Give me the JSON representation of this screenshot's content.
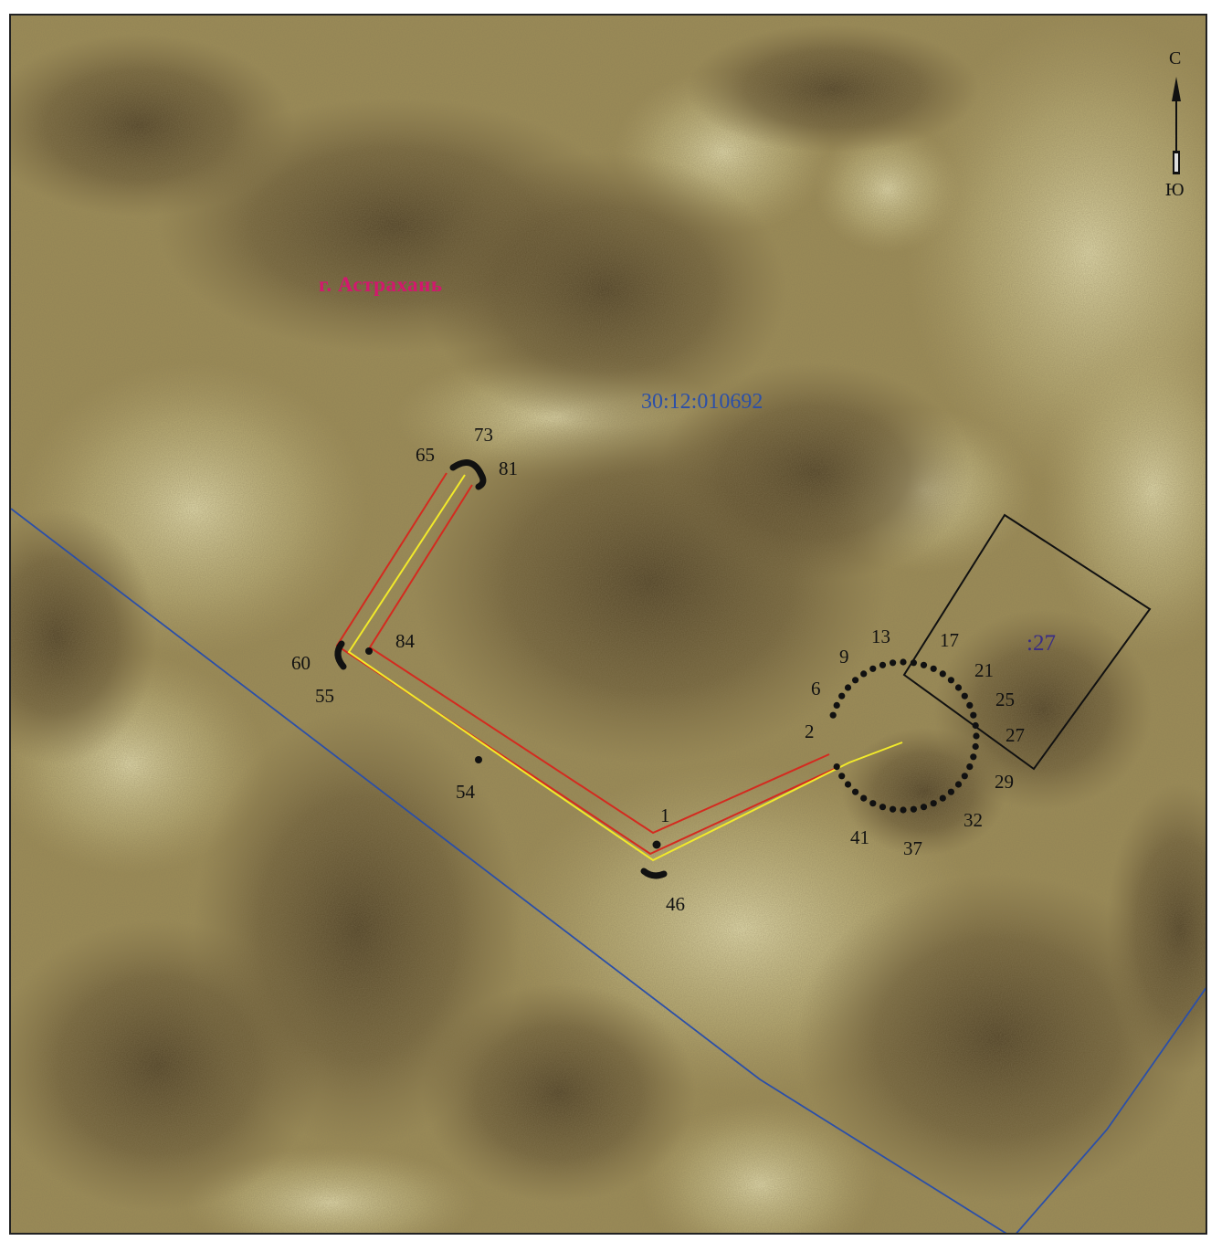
{
  "map": {
    "city_label": "г. Астрахань",
    "cadastral_block_label": "30:12:010692",
    "parcel_label": ":27",
    "compass": {
      "north_letter": "С",
      "south_letter": "Ю",
      "icon": "north-arrow-icon"
    },
    "colors": {
      "route_centerline": "#f2ea2a",
      "route_boundary": "#d42a1f",
      "cadastral_boundary": "#2b4fa8",
      "parcel_outline": "#111111",
      "points": "#111111"
    },
    "point_numbers": {
      "p1": "1",
      "p2": "2",
      "p6": "6",
      "p9": "9",
      "p13": "13",
      "p17": "17",
      "p21": "21",
      "p25": "25",
      "p27": "27",
      "p29": "29",
      "p32": "32",
      "p37": "37",
      "p41": "41",
      "p46": "46",
      "p54": "54",
      "p55": "55",
      "p60": "60",
      "p65": "65",
      "p73": "73",
      "p81": "81",
      "p84": "84"
    }
  }
}
